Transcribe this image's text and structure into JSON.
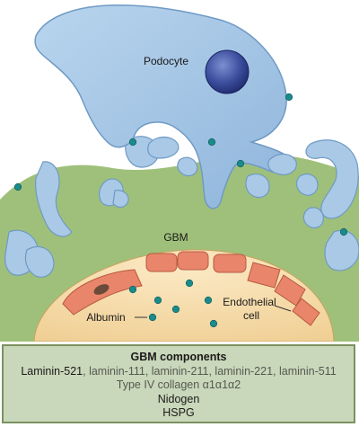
{
  "labels": {
    "podocyte": "Podocyte",
    "gbm": "GBM",
    "albumin": "Albumin",
    "endothelial_line1": "Endothelial",
    "endothelial_line2": "cell"
  },
  "components": {
    "title": "GBM components",
    "laminin_primary": "Laminin-521",
    "laminin_others": ", laminin-111, laminin-211, laminin-221, laminin-511",
    "collagen": "Type IV collagen α1α1α2",
    "nidogen": "Nidogen",
    "hspg": "HSPG"
  },
  "colors": {
    "podocyte_fill": "#a9c9e6",
    "podocyte_outline": "#6f9ac4",
    "nucleus": "#2e3f8e",
    "gbm": "#9fc07a",
    "endothelial_fill": "#f3d9a8",
    "cell_segment": "#e8856a",
    "albumin_dot": "#1a8a8a",
    "panel_bg": "#c9d7ba"
  }
}
